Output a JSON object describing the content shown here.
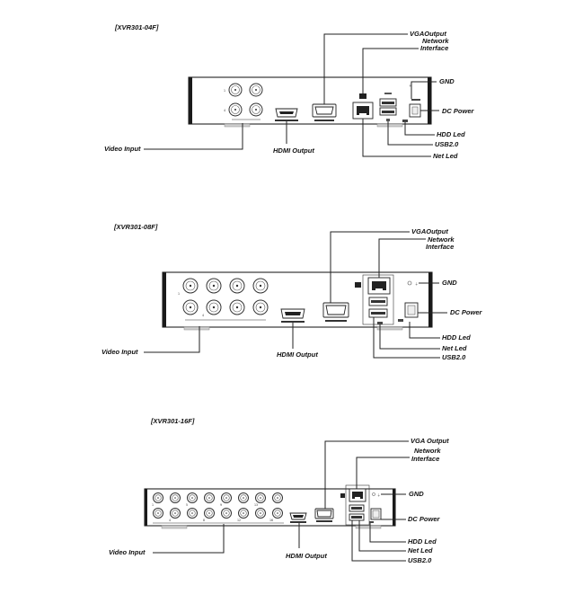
{
  "diagrams": [
    {
      "model": "[XVR301-04F]",
      "labels": {
        "vga": "VGAOutput",
        "network_line1": "Network",
        "network_line2": "Interface",
        "gnd": "GND",
        "dc_power": "DC Power",
        "hdd_led": "HDD Led",
        "usb": "USB2.0",
        "net_led": "Net Led",
        "video_input": "Video Input",
        "hdmi": "HDMI Output"
      },
      "bnc_numbers": [
        "1",
        "4"
      ]
    },
    {
      "model": "[XVR301-08F]",
      "labels": {
        "vga": "VGAOutput",
        "network_line1": "Network",
        "network_line2": "Interface",
        "gnd": "GND",
        "dc_power": "DC Power",
        "hdd_led": "HDD Led",
        "net_led": "Net Led",
        "usb": "USB2.0",
        "video_input": "Video Input",
        "hdmi": "HDMI Output"
      },
      "bnc_numbers": [
        "1",
        "4"
      ]
    },
    {
      "model": "[XVR301-16F]",
      "labels": {
        "vga": "VGA Output",
        "network_line1": "Network",
        "network_line2": "Interface",
        "gnd": "GND",
        "dc_power": "DC Power",
        "hdd_led": "HDD Led",
        "net_led": "Net Led",
        "usb": "USB2.0",
        "video_input": "Video Input",
        "hdmi": "HDMI Output"
      },
      "bnc_numbers": [
        "1",
        "4",
        "5",
        "8",
        "9",
        "12",
        "13",
        "16"
      ]
    }
  ]
}
